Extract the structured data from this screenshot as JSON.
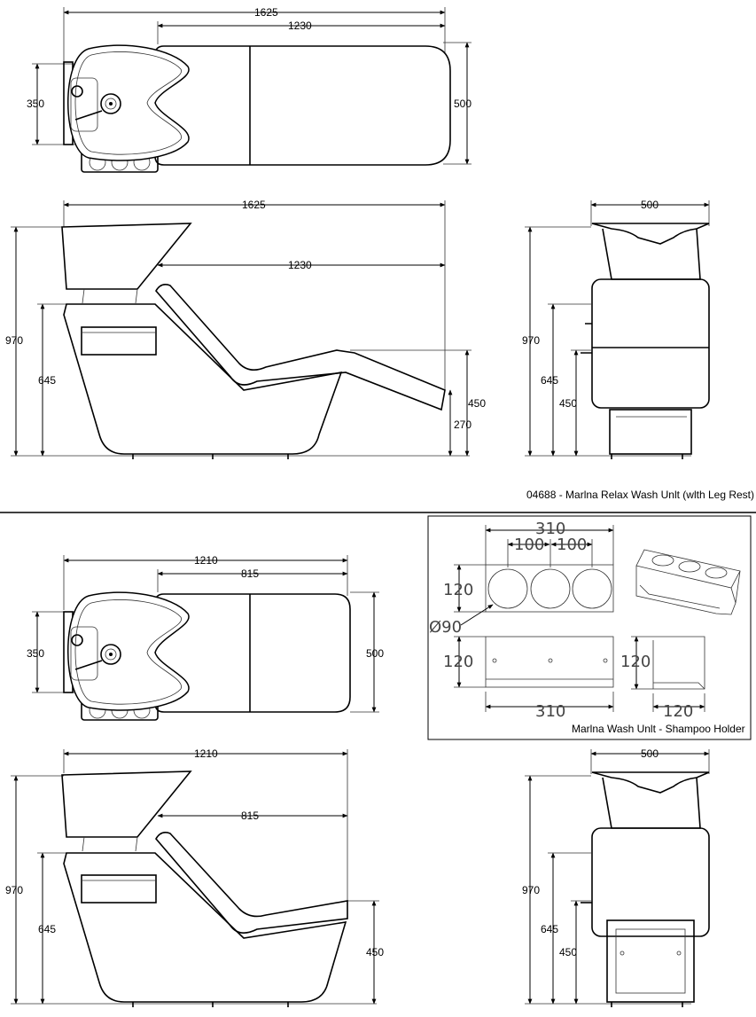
{
  "top": {
    "plan": {
      "overall": "1625",
      "chair": "1230",
      "basin_depth": "350",
      "width": "500"
    },
    "side": {
      "overall": "1625",
      "chair": "1230",
      "height": "970",
      "seat": "645",
      "legrest_top": "450",
      "legrest_low": "270"
    },
    "front": {
      "width": "500",
      "height": "970",
      "seat": "645",
      "lower": "450"
    },
    "caption": "04688 - Marlna Relax Wash Unlt (wlth Leg Rest)"
  },
  "bottom": {
    "plan": {
      "overall": "1210",
      "chair": "815",
      "basin_depth": "350",
      "width": "500"
    },
    "side": {
      "overall": "1210",
      "chair": "815",
      "height": "970",
      "seat": "645",
      "seat_front": "450"
    },
    "front": {
      "width": "500",
      "height": "970",
      "seat": "645",
      "lower": "450"
    }
  },
  "holder": {
    "overall": "310",
    "spacing_a": "100",
    "spacing_b": "100",
    "height": "120",
    "diameter": "Ø90",
    "front_height": "120",
    "bottom_width": "310",
    "side_height": "120",
    "side_width": "120",
    "caption": "Marlna Wash Unlt - Shampoo Holder"
  }
}
